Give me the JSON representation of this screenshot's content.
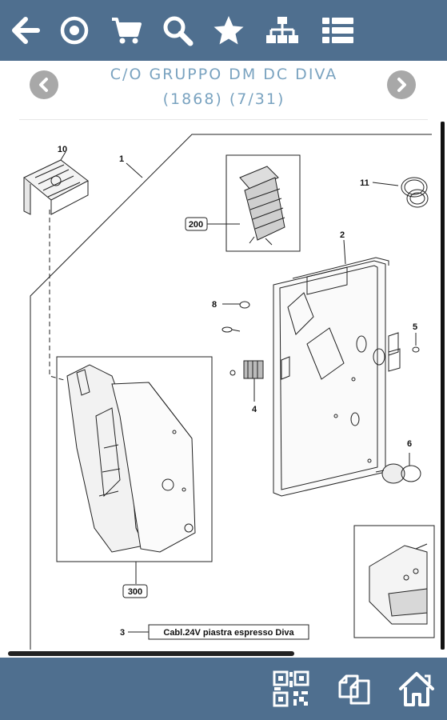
{
  "toolbar": {
    "icons": [
      "back-arrow-icon",
      "target-icon",
      "cart-icon",
      "search-icon",
      "star-icon",
      "sitemap-icon",
      "list-icon"
    ]
  },
  "header": {
    "title_line1": "C/O GRUPPO DM DC DIVA",
    "title_line2": "(1868) (7/31)"
  },
  "diagram": {
    "callouts": {
      "c1": "1",
      "c2": "2",
      "c3": "3",
      "c4": "4",
      "c5": "5",
      "c6": "6",
      "c8": "8",
      "c10": "10",
      "c11": "11",
      "c200": "200",
      "c300": "300"
    },
    "legend_label": "Cabl.24V piastra espresso Diva"
  },
  "bottombar": {
    "icons": [
      "qr-code-icon",
      "copy-icon",
      "home-icon"
    ]
  },
  "colors": {
    "bar": "#4f6f8f",
    "title": "#7aa3c0",
    "nav_button": "#a8a8a8"
  }
}
